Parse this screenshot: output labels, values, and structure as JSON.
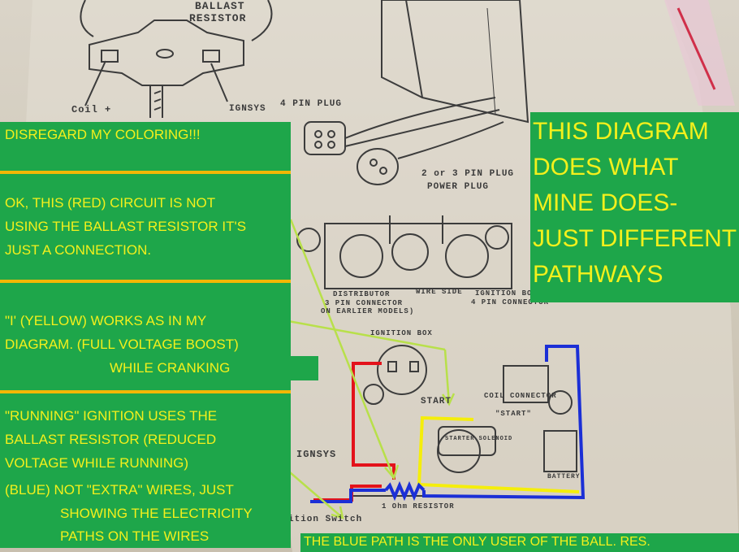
{
  "diagram": {
    "labels": {
      "ballast": "BALLAST",
      "resistor": "RESISTOR",
      "coil": "Coil +",
      "ignsys_top": "IGNSYS",
      "four_pin_plug": "4 PIN PLUG",
      "two_three_pin": "2 or 3 PIN PLUG",
      "power_plug": "POWER PLUG",
      "distributor": "DISTRIBUTOR",
      "three_pin": "3 PIN CONNECTOR",
      "wire_side": "WIRE SIDE",
      "ignition_box_4pin": "IGNITION BOX",
      "four_pin_connector": "4 PIN CONNECTOR",
      "earlier_models": "ON EARLIER MODELS)",
      "ignition_box_mid": "IGNITION BOX",
      "start": "START",
      "coil_connector": "COIL CONNECTOR",
      "start_side": "\"START\"",
      "ignsys_bottom": "IGNSYS",
      "ignition_switch": "ition Switch",
      "ohm_resistor": "1 Ohm RESISTOR",
      "battery": "BATTERY",
      "solenoid": "STARTER SOLENOID"
    }
  },
  "notes": {
    "disregard": "DISREGARD MY COLORING!!!",
    "red_line1": "OK, THIS (RED) CIRCUIT IS NOT",
    "red_line2": "USING THE BALLAST RESISTOR IT'S",
    "red_line3": "JUST A CONNECTION.",
    "yellow_line1": "\"I' (YELLOW) WORKS AS IN MY",
    "yellow_line2": "DIAGRAM. (FULL VOLTAGE BOOST)",
    "yellow_line3": "WHILE CRANKING",
    "running_line1": "\"RUNNING\" IGNITION USES THE",
    "running_line2": "BALLAST RESISTOR (REDUCED",
    "running_line3": "VOLTAGE WHILE RUNNING)",
    "blue_line1": "(BLUE)  NOT \"EXTRA\" WIRES, JUST",
    "blue_line2": "SHOWING THE ELECTRICITY",
    "blue_line3": "PATHS ON THE WIRES",
    "right_line1": "THIS DIAGRAM",
    "right_line2": "DOES WHAT",
    "right_line3": "MINE DOES-",
    "right_line4": "JUST DIFFERENT",
    "right_line5": "PATHWAYS",
    "bottom": "THE BLUE PATH IS THE ONLY USER OF THE BALL. RES."
  },
  "colors": {
    "panel_green": "#1ea64a",
    "note_yellow": "#f3f01c",
    "separator_orange": "#f2b705",
    "wire_red": "#e3121b",
    "wire_yellow": "#f5ee0b",
    "wire_blue": "#1b2fd6",
    "arrow_green": "#b8e04a"
  }
}
